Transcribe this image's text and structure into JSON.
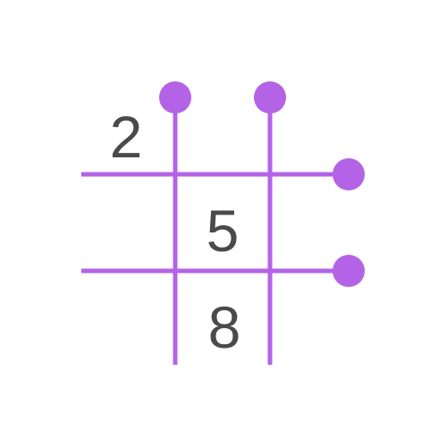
{
  "grid": {
    "line_color": "#b463e6",
    "digit_color": "#4a4a4a",
    "background": "#ffffff",
    "handle_icon": "circle-handle",
    "cells": {
      "r0c0": "2",
      "r1c1": "5",
      "r2c1": "8"
    }
  }
}
